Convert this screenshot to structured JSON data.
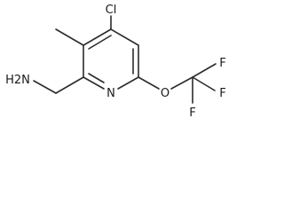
{
  "molecule": {
    "bond_color": "#2b2b2b",
    "label_color": "#1a1a1a",
    "atoms": {
      "chlorine": "Cl",
      "amine": "H2N",
      "ring_nitrogen": "N",
      "ether_oxygen": "O",
      "fluorine_1": "F",
      "fluorine_2": "F",
      "fluorine_3": "F"
    }
  }
}
